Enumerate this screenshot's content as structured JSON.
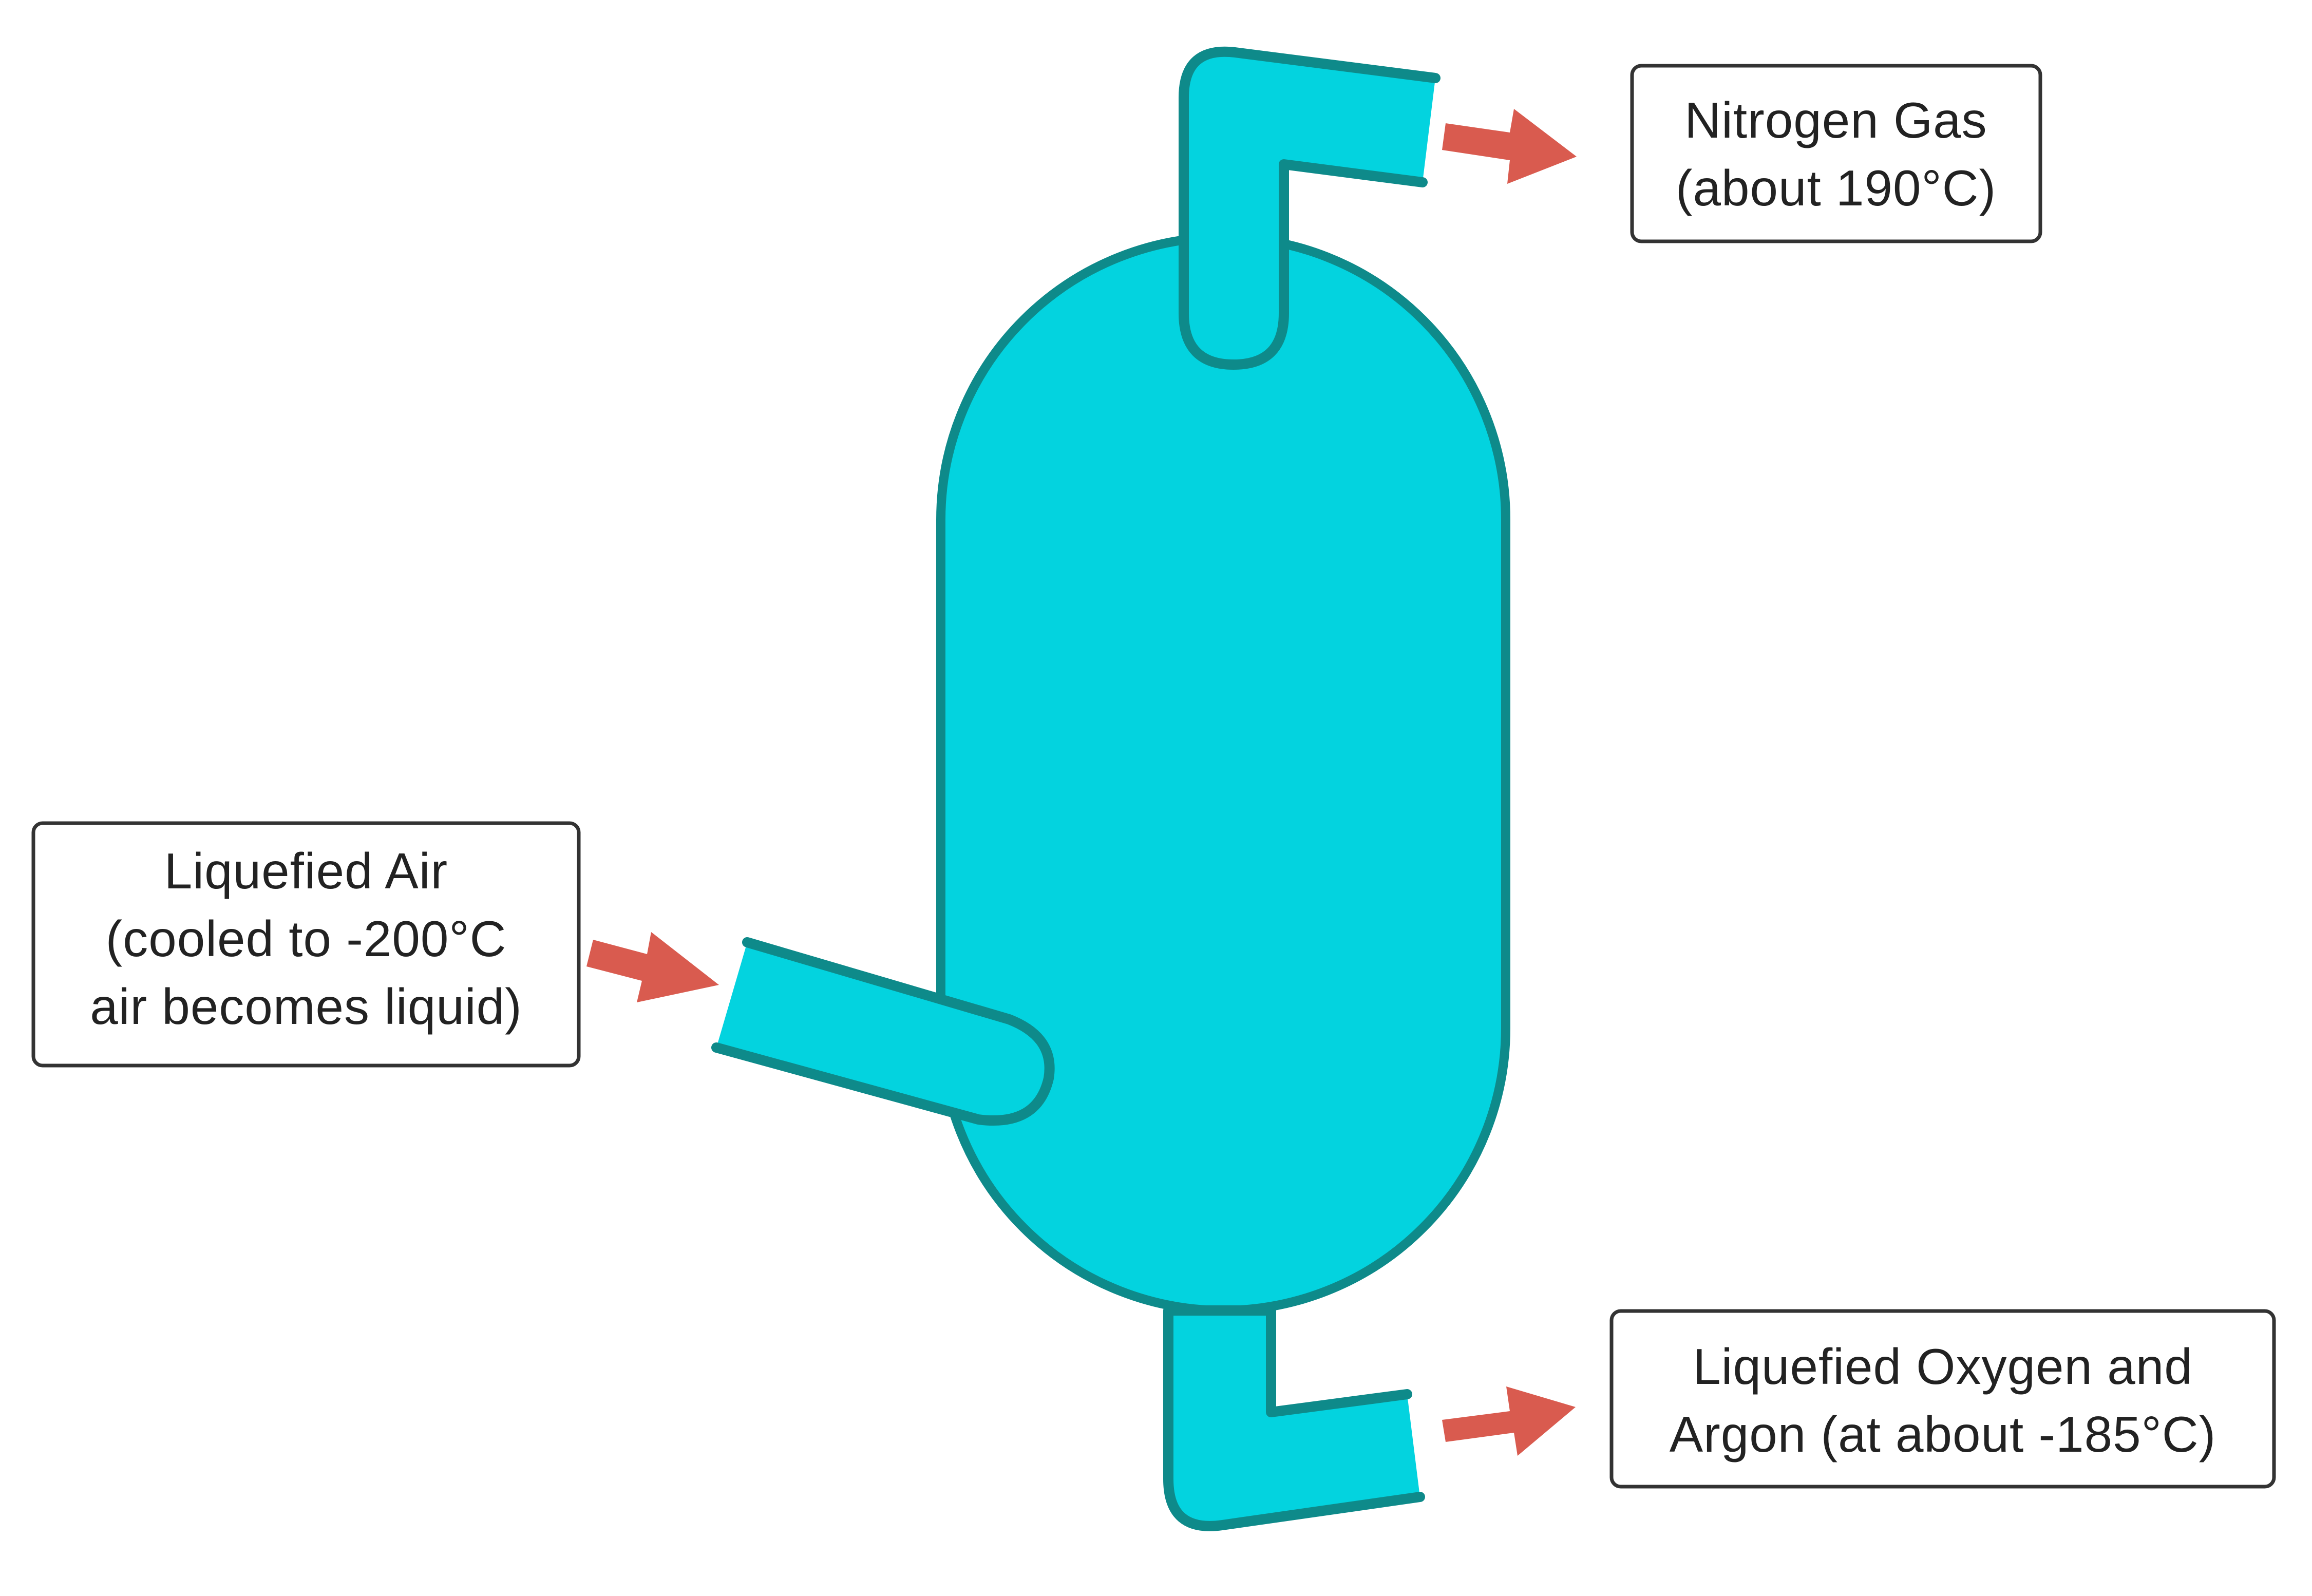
{
  "colors": {
    "vessel_fill": "#03D3DF",
    "vessel_stroke": "#0E8A8A",
    "arrow": "#D95B4F",
    "box_stroke": "#333333",
    "text": "#222222"
  },
  "labels": {
    "nitrogen": {
      "line1": "Nitrogen Gas",
      "line2": "(about 190°C)"
    },
    "air": {
      "line1": "Liquefied Air",
      "line2": "(cooled to -200°C",
      "line3": "air becomes liquid)"
    },
    "oxygen": {
      "line1": "Liquefied Oxygen and",
      "line2": "Argon (at about -185°C)"
    }
  },
  "flows": [
    {
      "name": "input",
      "target": "air",
      "direction": "in"
    },
    {
      "name": "top-output",
      "target": "nitrogen",
      "direction": "out"
    },
    {
      "name": "bottom-output",
      "target": "oxygen",
      "direction": "out"
    }
  ]
}
